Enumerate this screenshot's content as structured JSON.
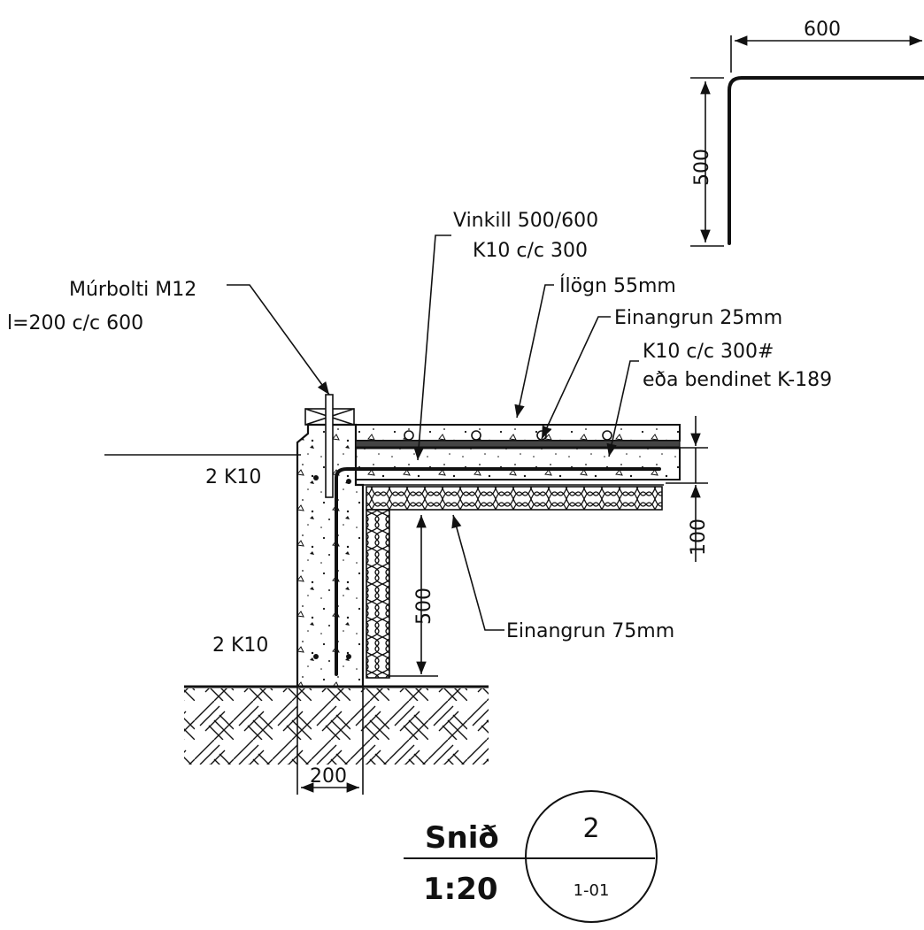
{
  "bend_detail": {
    "dim_horizontal": "600",
    "dim_vertical": "500"
  },
  "labels": {
    "vinkill_line1": "Vinkill 500/600",
    "vinkill_line2": "K10 c/c 300",
    "murbolti_line1": "Múrbolti M12",
    "murbolti_line2": "l=200 c/c 600",
    "ilogn": "Ílögn 55mm",
    "einangrun_top": "Einangrun 25mm",
    "k10_mesh_line1": "K10 c/c 300#",
    "k10_mesh_line2": "eða bendinet K-189",
    "upper_rebar": "2 K10",
    "lower_rebar": "2 K10",
    "einangrun_side": "Einangrun 75mm"
  },
  "dimensions": {
    "slab_thickness": "100",
    "insulation_depth": "500",
    "wall_width": "200"
  },
  "title_block": {
    "section_label": "Snið",
    "scale": "1:20",
    "detail_number": "2",
    "sheet_ref": "1-01"
  }
}
